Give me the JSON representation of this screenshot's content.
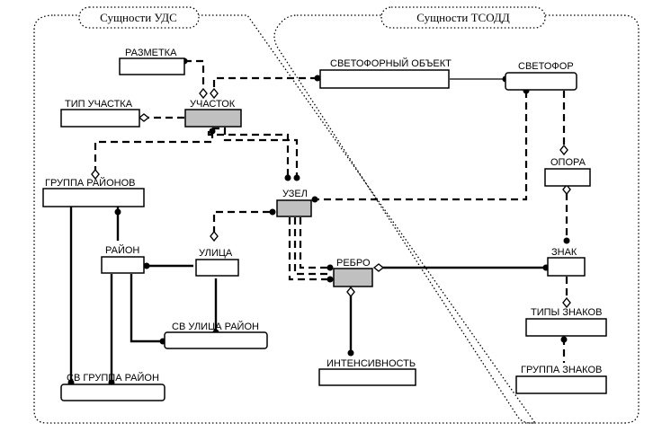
{
  "groups": {
    "uds": {
      "label": "Сущности УДС"
    },
    "tsodd": {
      "label": "Сущности ТСОДД"
    }
  },
  "entities": {
    "razmetka": "РАЗМЕТКА",
    "tip_uchastka": "ТИП УЧАСТКА",
    "uchastok": "УЧАСТОК",
    "gruppa_rayonov": "ГРУППА РАЙОНОВ",
    "rayon": "РАЙОН",
    "ulitsa": "УЛИЦА",
    "sv_ulitsa_rayon": "СВ УЛИЦА РАЙОН",
    "sv_gruppa_rayon": "СВ ГРУППА РАЙОН",
    "uzel": "УЗЕЛ",
    "rebro": "РЕБРО",
    "intensivnost": "ИНТЕНСИВНОСТЬ",
    "svetofornyi_obekt": "СВЕТОФОРНЫЙ ОБЪЕКТ",
    "svetofor": "СВЕТОФОР",
    "opora": "ОПОРА",
    "znak": "ЗНАК",
    "tipy_znakov": "ТИПЫ ЗНАКОВ",
    "gruppa_znakov": "ГРУППА ЗНАКОВ"
  },
  "colors": {
    "line": "#000000",
    "box_fill": "#ffffff",
    "dependent_box_fill": "#c0c0c0",
    "background": "#ffffff"
  }
}
